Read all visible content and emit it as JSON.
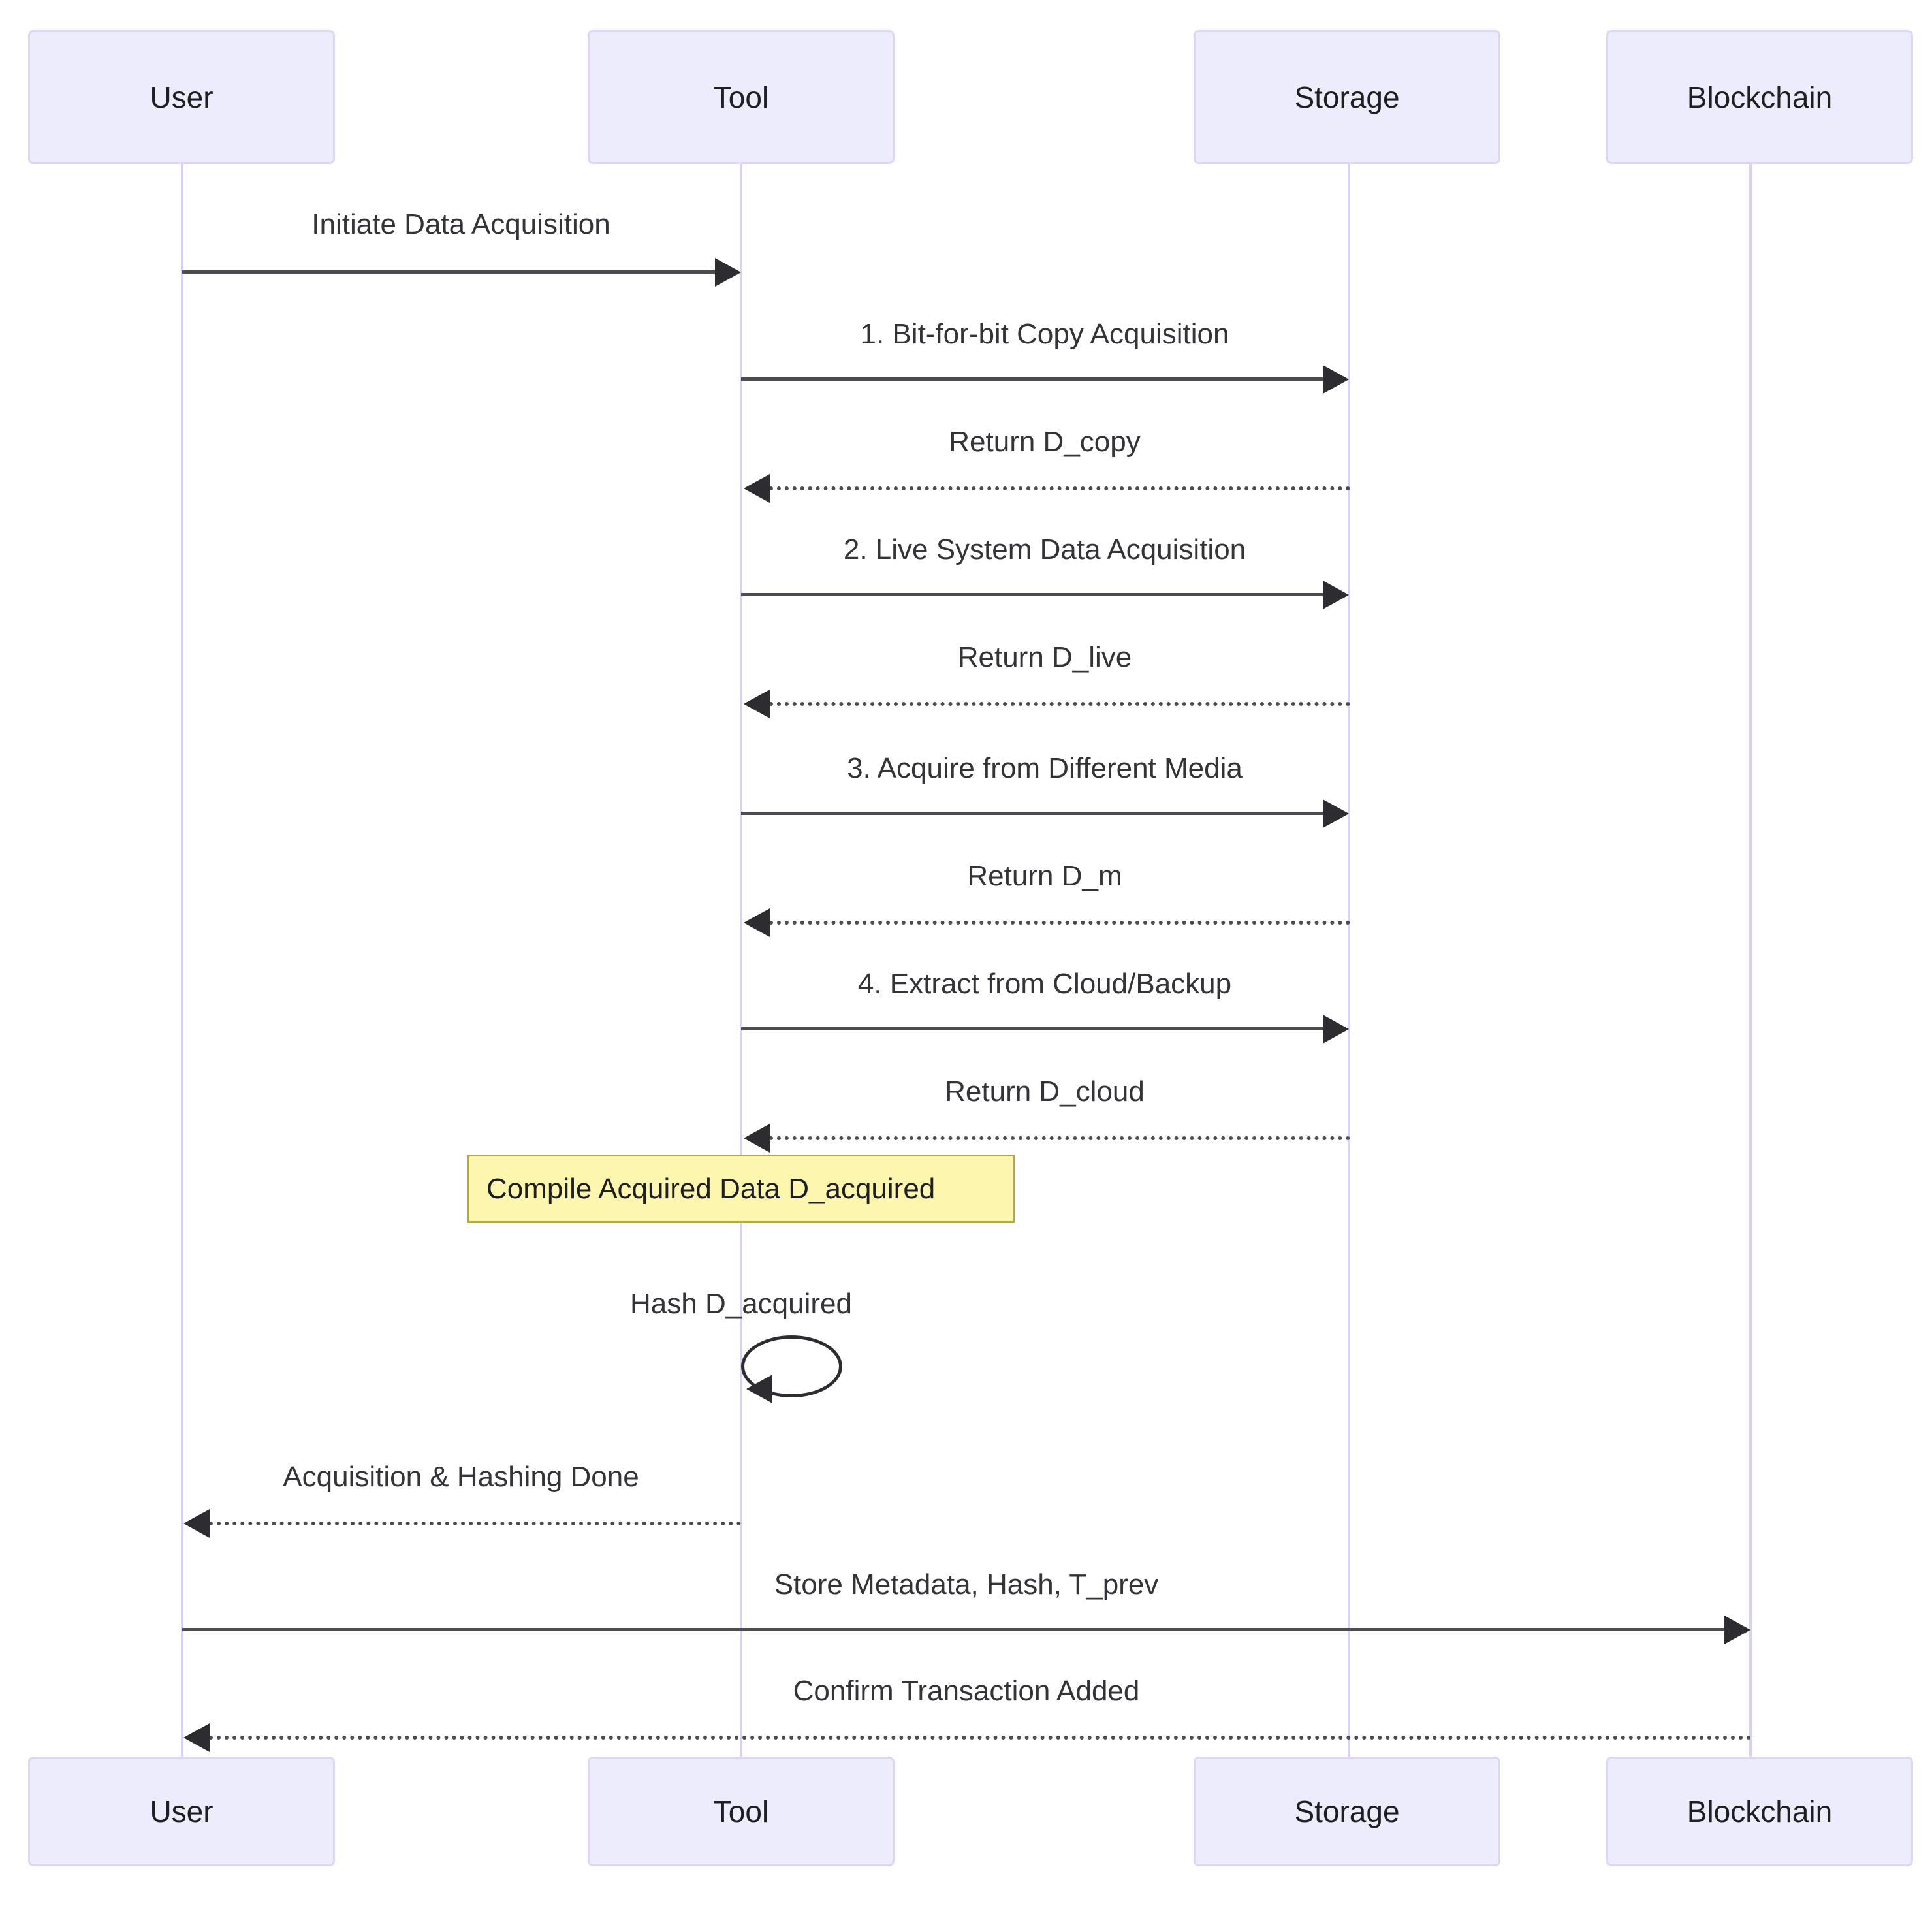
{
  "diagram": {
    "type": "sequence-diagram",
    "title": "",
    "colors": {
      "actor_fill": "#ececfc",
      "actor_border": "#ddd7f3",
      "lifeline": "#d9d2f5",
      "arrow": "#2c2c31",
      "note_fill": "#fdf6ae",
      "note_border": "#b2a94a",
      "text": "#333338",
      "background": "#ffffff"
    }
  },
  "participants": [
    {
      "id": "user",
      "label": "User"
    },
    {
      "id": "tool",
      "label": "Tool"
    },
    {
      "id": "storage",
      "label": "Storage"
    },
    {
      "id": "blockchain",
      "label": "Blockchain"
    }
  ],
  "messages": [
    {
      "index": 1,
      "from": "user",
      "to": "tool",
      "label": "Initiate Data Acquisition",
      "style": "solid",
      "direction": "right"
    },
    {
      "index": 2,
      "from": "tool",
      "to": "storage",
      "label": "1. Bit-for-bit Copy Acquisition",
      "style": "solid",
      "direction": "right"
    },
    {
      "index": 3,
      "from": "storage",
      "to": "tool",
      "label": "Return D_copy",
      "style": "dotted",
      "direction": "left"
    },
    {
      "index": 4,
      "from": "tool",
      "to": "storage",
      "label": "2. Live System Data Acquisition",
      "style": "solid",
      "direction": "right"
    },
    {
      "index": 5,
      "from": "storage",
      "to": "tool",
      "label": "Return D_live",
      "style": "dotted",
      "direction": "left"
    },
    {
      "index": 6,
      "from": "tool",
      "to": "storage",
      "label": "3. Acquire from Different Media",
      "style": "solid",
      "direction": "right"
    },
    {
      "index": 7,
      "from": "storage",
      "to": "tool",
      "label": "Return D_m",
      "style": "dotted",
      "direction": "left"
    },
    {
      "index": 8,
      "from": "tool",
      "to": "storage",
      "label": "4. Extract from Cloud/Backup",
      "style": "solid",
      "direction": "right"
    },
    {
      "index": 9,
      "from": "storage",
      "to": "tool",
      "label": "Return D_cloud",
      "style": "dotted",
      "direction": "left"
    },
    {
      "index": 10,
      "from": "tool",
      "to": "tool",
      "label": "Hash D_acquired",
      "style": "solid",
      "direction": "self"
    },
    {
      "index": 11,
      "from": "tool",
      "to": "user",
      "label": "Acquisition & Hashing Done",
      "style": "dotted",
      "direction": "left"
    },
    {
      "index": 12,
      "from": "user",
      "to": "blockchain",
      "label": "Store Metadata, Hash, T_prev",
      "style": "solid",
      "direction": "right"
    },
    {
      "index": 13,
      "from": "blockchain",
      "to": "user",
      "label": "Confirm Transaction Added",
      "style": "dotted",
      "direction": "left"
    }
  ],
  "notes": [
    {
      "id": "note-compile",
      "over": "tool",
      "text": "Compile Acquired Data D_acquired"
    }
  ]
}
